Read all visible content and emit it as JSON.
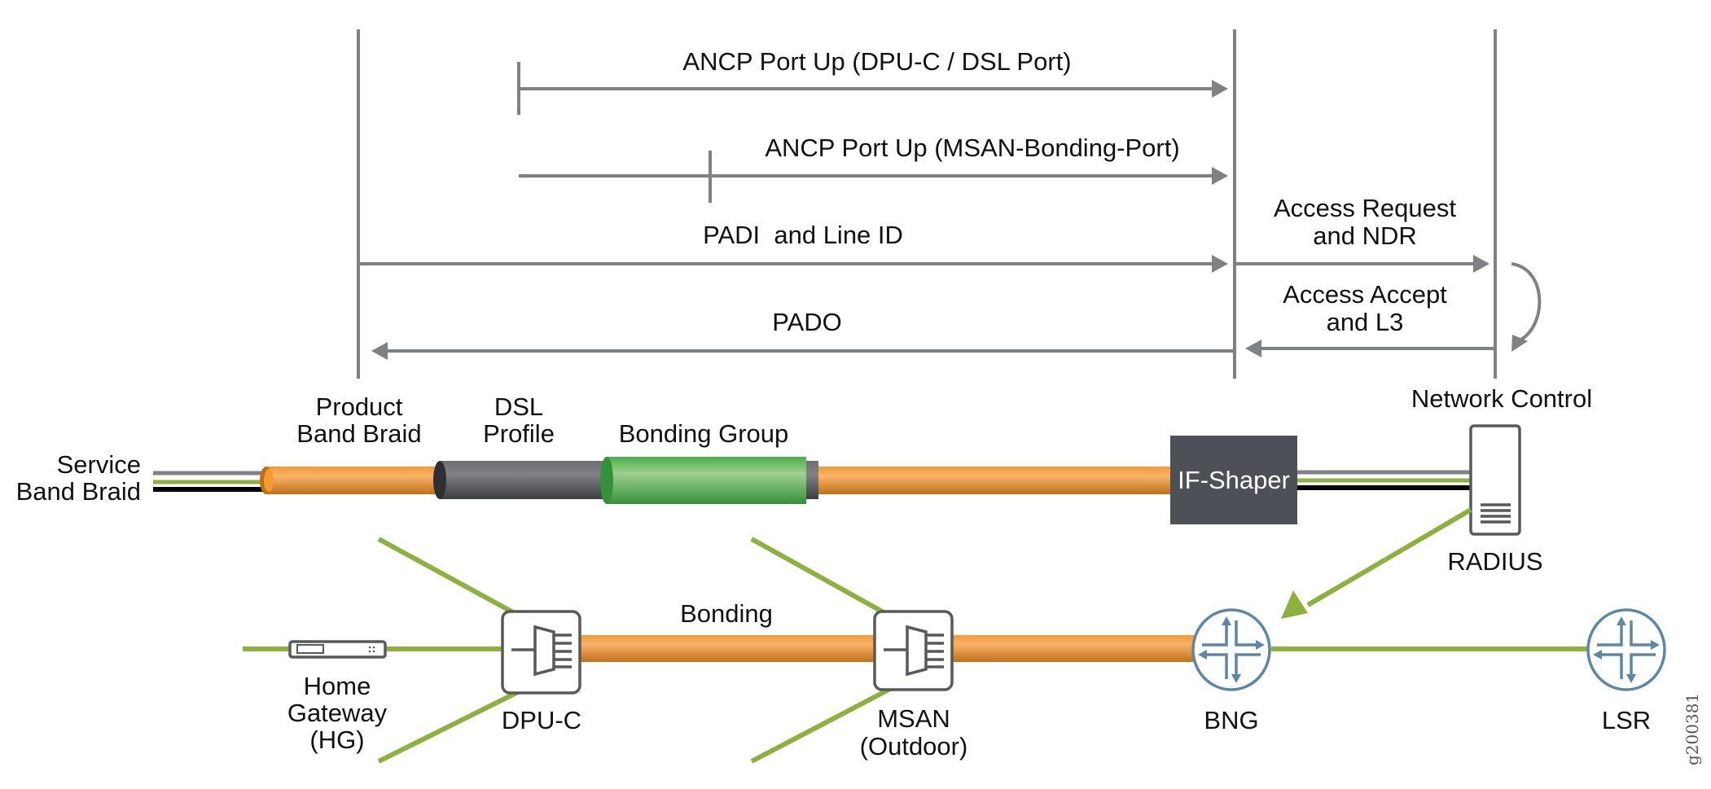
{
  "figure_id": "g200381",
  "colors": {
    "arrow_gray": "#808184",
    "orange": "#f0962f",
    "green_line": "#8cb13f",
    "bonding_green": "#4cae4c",
    "dsl_gray": "#6d6e71",
    "shaper_dark": "#4d5157",
    "router_blue": "#5d88a3"
  },
  "messages": [
    {
      "id": "ancp-dpu",
      "label": "ANCP Port Up (DPU-C / DSL Port)",
      "direction": "right"
    },
    {
      "id": "ancp-msan",
      "label": "ANCP Port Up (MSAN-Bonding-Port)",
      "direction": "right"
    },
    {
      "id": "padi",
      "label": "PADI  and Line ID",
      "direction": "right"
    },
    {
      "id": "pado",
      "label": "PADO",
      "direction": "left"
    },
    {
      "id": "access-request",
      "label_lines": [
        "Access Request",
        "and NDR"
      ],
      "direction": "right"
    },
    {
      "id": "access-accept",
      "label_lines": [
        "Access Accept",
        "and L3"
      ],
      "direction": "left"
    }
  ],
  "braid_labels": {
    "service_band_braid": [
      "Service",
      "Band Braid"
    ],
    "product_band_braid": [
      "Product",
      "Band Braid"
    ],
    "dsl_profile": [
      "DSL",
      "Profile"
    ],
    "bonding_group": "Bonding Group",
    "if_shaper": "IF-Shaper",
    "network_control": "Network Control",
    "radius": "RADIUS"
  },
  "topology": {
    "bonding_label": "Bonding",
    "nodes": [
      {
        "id": "hg",
        "label_lines": [
          "Home",
          "Gateway",
          "(HG)"
        ]
      },
      {
        "id": "dpu-c",
        "label_lines": [
          "DPU-C"
        ]
      },
      {
        "id": "msan",
        "label_lines": [
          "MSAN",
          "(Outdoor)"
        ]
      },
      {
        "id": "bng",
        "label_lines": [
          "BNG"
        ]
      },
      {
        "id": "lsr",
        "label_lines": [
          "LSR"
        ]
      }
    ]
  }
}
